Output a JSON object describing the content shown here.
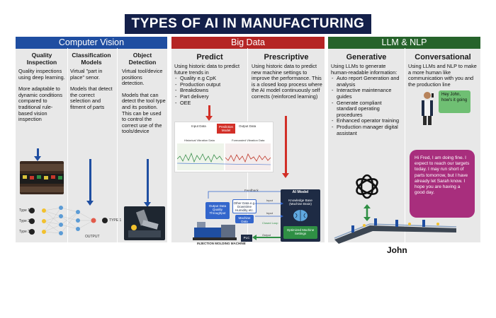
{
  "title": "TYPES OF AI IN MANUFACTURING",
  "sections": {
    "cv": {
      "label": "Computer Vision",
      "color": "#1f4ea1"
    },
    "bd": {
      "label": "Big Data",
      "color": "#b52524"
    },
    "llm": {
      "label": "LLM & NLP",
      "color": "#26632b"
    }
  },
  "cv": {
    "quality": {
      "title": "Quality Inspection",
      "p1": "Quality inspections using deep learning.",
      "p2": "More adaptable to dynamic conditions compared to traditional rule-based vision inspection"
    },
    "classification": {
      "title": "Classification Models",
      "p1": "Virtual \"part in place\" senor.",
      "p2": "Models that detect the correct selection and fitment of parts"
    },
    "object": {
      "title": "Object Detection",
      "p1": "Virtual tool/device positions detection.",
      "p2": "Models that can detect the tool type and its position. This can be used to control the correct use of the tools/device"
    },
    "nn": {
      "type1": "Type 1",
      "type2": "Type 2",
      "type3": "Type 3",
      "output": "OUTPUT",
      "typ": "TYPE 1"
    }
  },
  "bd": {
    "predict": {
      "title": "Predict",
      "intro": "Using historic data to predict future trends in",
      "items": [
        "Quality e.g CpK",
        "Production output",
        "Breakdowns",
        "Part delivery",
        "OEE"
      ]
    },
    "prescriptive": {
      "title": "Prescriptive",
      "text": "Using historic data to predict new machine settings to improve the performance. This is a closed loop process where the AI model continuously self corrects (reinforced learning)"
    },
    "chart": {
      "input_data": "Input Data",
      "output_data": "Output Data",
      "prediction_model": "Prediction Model",
      "historical": "Historical Vibration Data",
      "forecasted": "Forecasted Vibration Data"
    },
    "loop": {
      "feedback": "Feedback",
      "ai_model": "AI Model",
      "kb": "Knowledge Base (Machine Brain)",
      "optimized": "Optimized Machine Settings",
      "output_box": "Output Data Quality Throughput",
      "variation": "Other Data e.g. Downtime Humidity etc.",
      "machine_data": "Machine Data",
      "plc": "PLC",
      "input1": "Input",
      "input2": "Input",
      "closed_loop": "Closed Loop",
      "output": "Output",
      "imm": "INJECTION MOLDING MACHINE"
    }
  },
  "llm": {
    "generative": {
      "title": "Generative",
      "intro": "Using LLMs to generate human-readable information:",
      "items": [
        "Auto report Generation and analysis",
        "Interactive maintenance guides",
        "Generate compliant standard operating procedures",
        "Enhanced operator training",
        "Production manager digital assistant"
      ]
    },
    "conversational": {
      "title": "Conversational",
      "text": "Using LLMs and NLP to make a more human like communication with you and the production line"
    },
    "bubble_small": "Hey John, how's it going",
    "bubble_big": "Hi Fred, I am doing fine. I expect to reach our targets today. I may run short of parts tomorrow, but I have already let Sarah know. I hope you are having a good day.",
    "person_name": "John"
  }
}
